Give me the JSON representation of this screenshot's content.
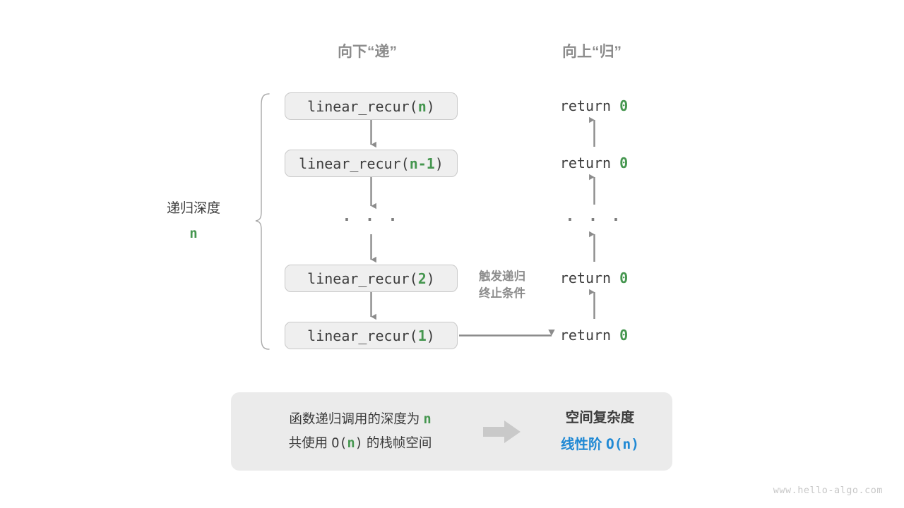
{
  "headers": {
    "down": "向下“递”",
    "up": "向上“归”"
  },
  "depth_label": {
    "text": "递归深度",
    "variable": "n"
  },
  "call_stack": [
    {
      "prefix": "linear_recur(",
      "arg": "n",
      "suffix": ")"
    },
    {
      "prefix": "linear_recur(",
      "arg": "n-1",
      "suffix": ")"
    },
    {
      "prefix": "linear_recur(",
      "arg": "2",
      "suffix": ")"
    },
    {
      "prefix": "linear_recur(",
      "arg": "1",
      "suffix": ")"
    }
  ],
  "ellipsis": "· · ·",
  "returns": [
    {
      "keyword": "return",
      "value": "0"
    },
    {
      "keyword": "return",
      "value": "0"
    },
    {
      "keyword": "return",
      "value": "0"
    },
    {
      "keyword": "return",
      "value": "0"
    }
  ],
  "trigger_note": {
    "line1": "触发递归",
    "line2": "终止条件"
  },
  "summary": {
    "left_line1_pre": "函数递归调用的深度为",
    "left_line1_var": "n",
    "left_line2_pre": "共使用",
    "left_line2_mono": "O(",
    "left_line2_var": "n",
    "left_line2_mono2": ")",
    "left_line2_post": "的栈帧空间",
    "arrow_icon": "right-arrow-icon",
    "right_title": "空间复杂度",
    "right_value_label": "线性阶",
    "right_value_notation": "O(n)"
  },
  "watermark": "www.hello-algo.com",
  "colors": {
    "green": "#45964f",
    "blue": "#2089d4",
    "gray_text": "#8c8c8c",
    "dark_text": "#3c3c3c",
    "box_fill": "#efefef",
    "box_border": "#c9c9c9",
    "panel_fill": "#ebebeb",
    "arrow": "#8c8c8c",
    "watermark": "#c8c8c8"
  }
}
